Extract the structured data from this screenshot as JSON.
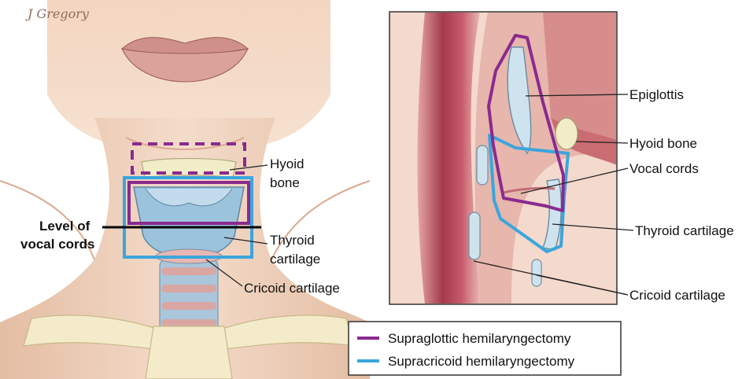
{
  "signature": "J Gregory",
  "left_panel": {
    "labels": {
      "hyoid_line1": "Hyoid",
      "hyoid_line2": "bone",
      "level_line1": "Level of",
      "level_line2": "vocal cords",
      "thyroid_line1": "Thyroid",
      "thyroid_line2": "cartilage",
      "cricoid": "Cricoid cartilage"
    }
  },
  "right_panel": {
    "labels": {
      "epiglottis": "Epiglottis",
      "hyoid": "Hyoid bone",
      "vocal_cords": "Vocal cords",
      "thyroid": "Thyroid cartilage",
      "cricoid": "Cricoid cartilage"
    }
  },
  "legend": {
    "items": [
      {
        "label": "Supraglottic hemilaryngectomy",
        "color": "#8a2a8e"
      },
      {
        "label": "Supracricoid hemilaryngectomy",
        "color": "#3aa6dc"
      }
    ]
  },
  "colors": {
    "skin": "#f3d8c4",
    "skin_shadow": "#e8c2a8",
    "lips": "#d79a93",
    "cartilage": "#9cc3dc",
    "bone": "#f2ecc8",
    "tissue": "#c8566a"
  }
}
